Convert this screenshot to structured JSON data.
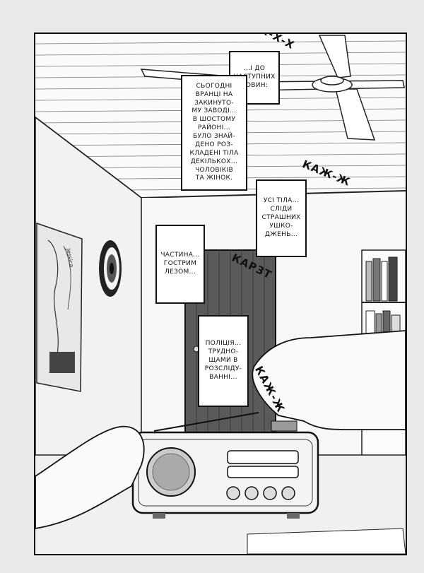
{
  "bubbles": {
    "b1": "...І ДО\nНАСТУПНИХ\nНОВИН:",
    "b2": "СЬОГОДНІ\nВРАНЦІ НА\nЗАКИНУТО-\nМУ ЗАВОДІ...\nВ ШОСТОМУ\nРАЙОНІ...\nБУЛО ЗНАЙ-\nДЕНО РОЗ-\nКЛАДЕНІ ТІЛА\nДЕКІЛЬКОХ...\nЧОЛОВІКІВ\nТА ЖІНОК.",
    "b3": "УСІ ТІЛА...\nСЛІДИ\nСТРАШНИХ\nУШКО-\nДЖЕНЬ...",
    "b4": "ЧАСТИНА...\nГОСТРИМ\nЛЕЗОМ...",
    "b5": "ПОЛІЦІЯ...\nТРУДНО-\nЩАМИ В\nРОЗСЛІДУ-\nВАННІ..."
  },
  "sfx": {
    "s1": "К-Х-Х",
    "s2": "КАЖ-Ж",
    "s3": "КАРЗТ",
    "s4": "КАЖ-Ж"
  },
  "poster": {
    "signature": "Jessica"
  }
}
